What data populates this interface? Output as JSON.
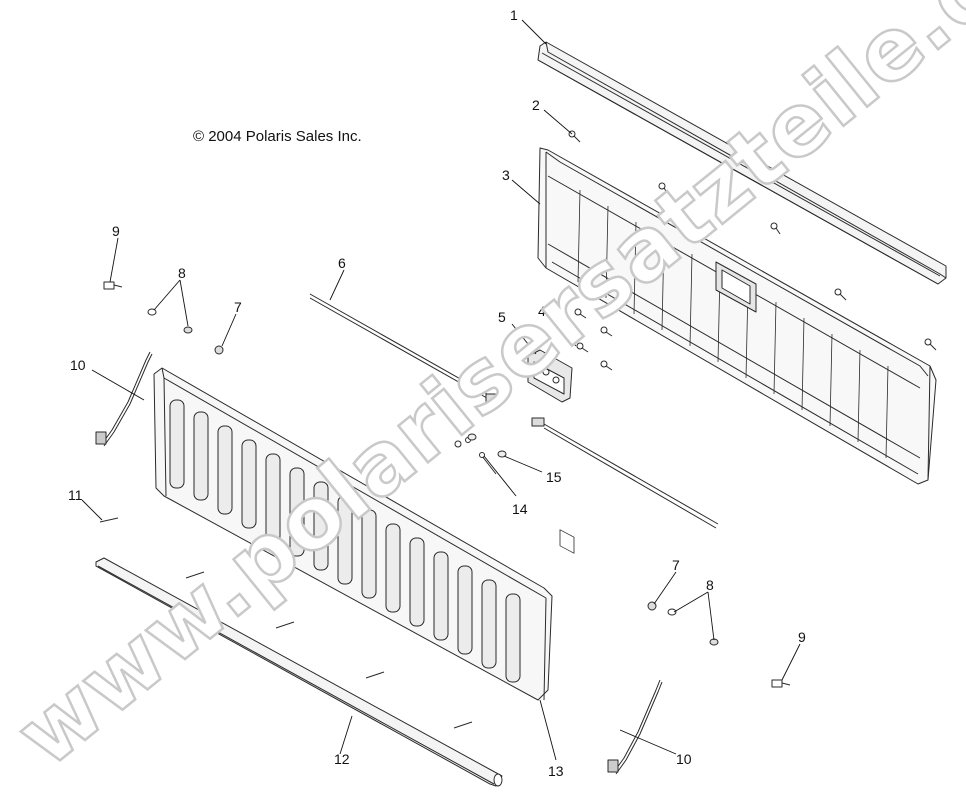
{
  "copyright": "© 2004 Polaris Sales Inc.",
  "watermark": "www.polarisersatzteile.de",
  "callouts": {
    "c1": "1",
    "c2": "2",
    "c3": "3",
    "c4": "4",
    "c5": "5",
    "c6": "6",
    "c7a": "7",
    "c7b": "7",
    "c8a": "8",
    "c8b": "8",
    "c9a": "9",
    "c9b": "9",
    "c10a": "10",
    "c10b": "10",
    "c11": "11",
    "c12": "12",
    "c13": "13",
    "c14": "14",
    "c15": "15"
  },
  "colors": {
    "line": "#2a2a2a",
    "fill": "#f4f4f4",
    "shade": "#dcdcdc",
    "watermark_stroke": "#c9c9c9"
  }
}
